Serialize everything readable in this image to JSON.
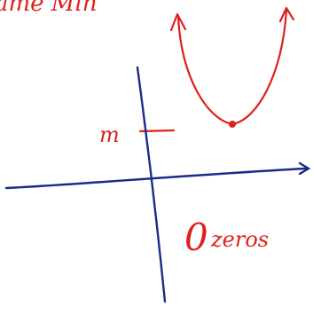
{
  "colors": {
    "background": "#ffffff",
    "ink_red": "#e0201e",
    "ink_blue": "#1c2a8c"
  },
  "labels": {
    "top_left_text": "ame Min",
    "axis_mark_label": "m",
    "zeros_count": "0",
    "zeros_word": "zeros"
  },
  "features": {
    "parabola_arrows": "up",
    "vertex_marker": "dot"
  }
}
